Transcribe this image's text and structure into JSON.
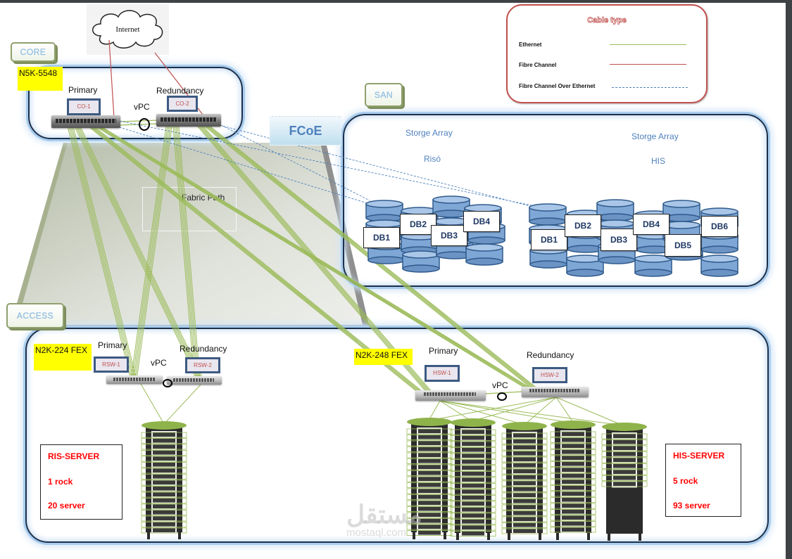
{
  "diagram": {
    "title": "Data center network topology",
    "zones": {
      "core": {
        "label": "CORE",
        "model": "N5K-5548"
      },
      "san": {
        "label": "SAN"
      },
      "access": {
        "label": "ACCESS"
      }
    },
    "internet": {
      "label": "Internet"
    },
    "fcoe_label": "FCoE",
    "fabric_path_label": "Fabric Path",
    "core": {
      "primary_role": "Primary",
      "redundancy_role": "Redundancy",
      "vpc_label": "vPC",
      "switches": [
        {
          "id": "CO-1"
        },
        {
          "id": "CO-2"
        }
      ]
    },
    "san": {
      "arrays": [
        {
          "title": "Storge Array",
          "name": "Risó",
          "databases": [
            "DB1",
            "DB2",
            "DB3",
            "DB4"
          ]
        },
        {
          "title": "Storge Array",
          "name": "HIS",
          "databases": [
            "DB1",
            "DB2",
            "DB3",
            "DB4",
            "DB5",
            "DB6"
          ]
        }
      ]
    },
    "access": {
      "ris": {
        "model": "N2K-224 FEX",
        "primary_role": "Primary",
        "redundancy_role": "Redundancy",
        "vpc_label": "vPC",
        "switches": [
          {
            "id": "RSW-1"
          },
          {
            "id": "RSW-2"
          }
        ],
        "info": {
          "name": "RIS-SERVER",
          "racks": "1 rock",
          "servers": "20 server"
        },
        "rack_count": 1
      },
      "his": {
        "model": "N2K-248 FEX",
        "primary_role": "Primary",
        "redundancy_role": "Redundancy",
        "vpc_label": "vPC",
        "switches": [
          {
            "id": "HSW-1"
          },
          {
            "id": "HSW-2"
          }
        ],
        "info": {
          "name": "HIS-SERVER",
          "racks": "5 rock",
          "servers": "93 server"
        },
        "rack_count": 5
      }
    },
    "legend": {
      "title": "Cable type",
      "items": [
        {
          "label": "Ethernet",
          "color": "#9bbb59",
          "style": "solid"
        },
        {
          "label": "Fibre Channel",
          "color": "#c0504d",
          "style": "solid"
        },
        {
          "label": "Fibre Channel Over Ethernet",
          "color": "#4f81bd",
          "style": "dashed"
        }
      ]
    },
    "watermark": {
      "arabic": "مستقل",
      "latin": "mostaql.com"
    },
    "colors": {
      "ethernet": "#9bbb59",
      "fibre_channel": "#c0504d",
      "fcoe": "#4f81bd",
      "zone_border": "#1d2f4a",
      "highlight": "#ffff00",
      "server_text": "#ff0000"
    }
  }
}
